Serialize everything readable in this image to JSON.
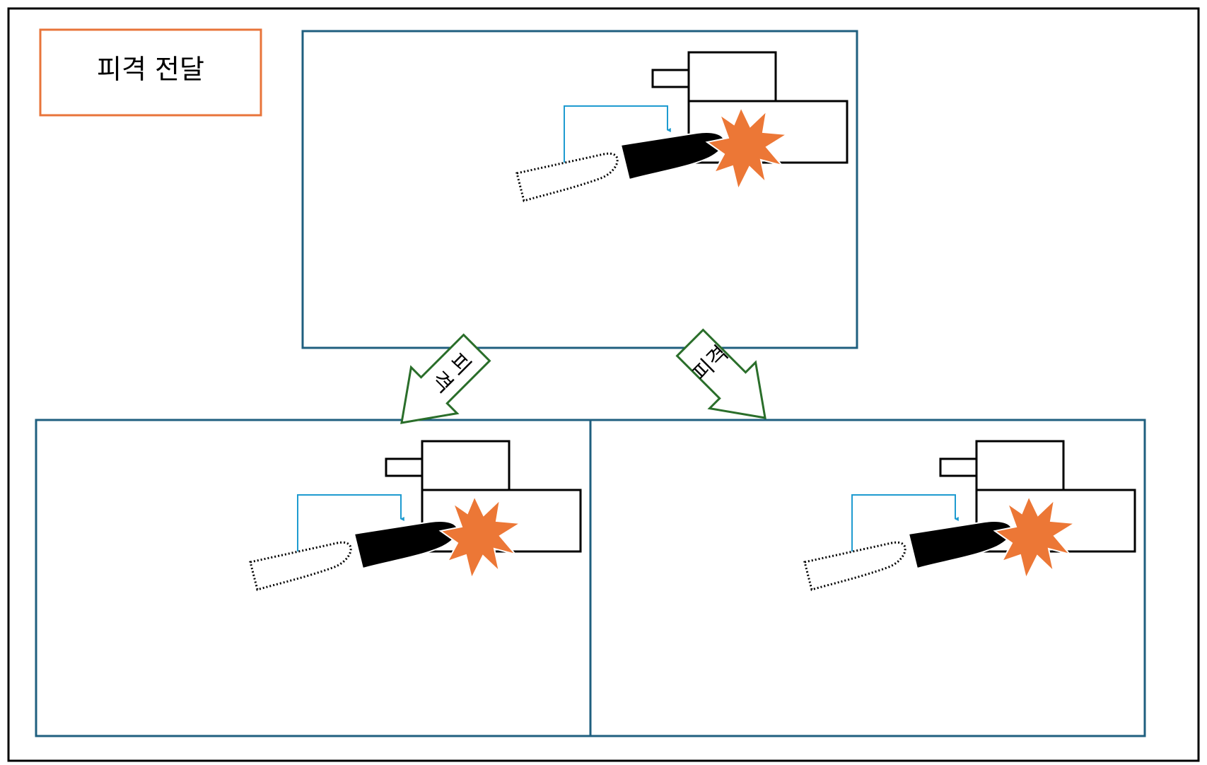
{
  "title": {
    "label": "피격 전달"
  },
  "arrows": [
    {
      "label": "피격"
    },
    {
      "label": "피격"
    }
  ],
  "colors": {
    "outer_border": "#000000",
    "title_border": "#E8743A",
    "panel_border": "#1F5F7F",
    "arrow_border": "#2A6E2A",
    "impact": "#EC7736",
    "path_line": "#1E9BD0",
    "projectile": "#000000"
  },
  "icons": [
    "tank-icon",
    "projectile-icon",
    "impact-burst-icon",
    "trajectory-arrow-icon"
  ]
}
